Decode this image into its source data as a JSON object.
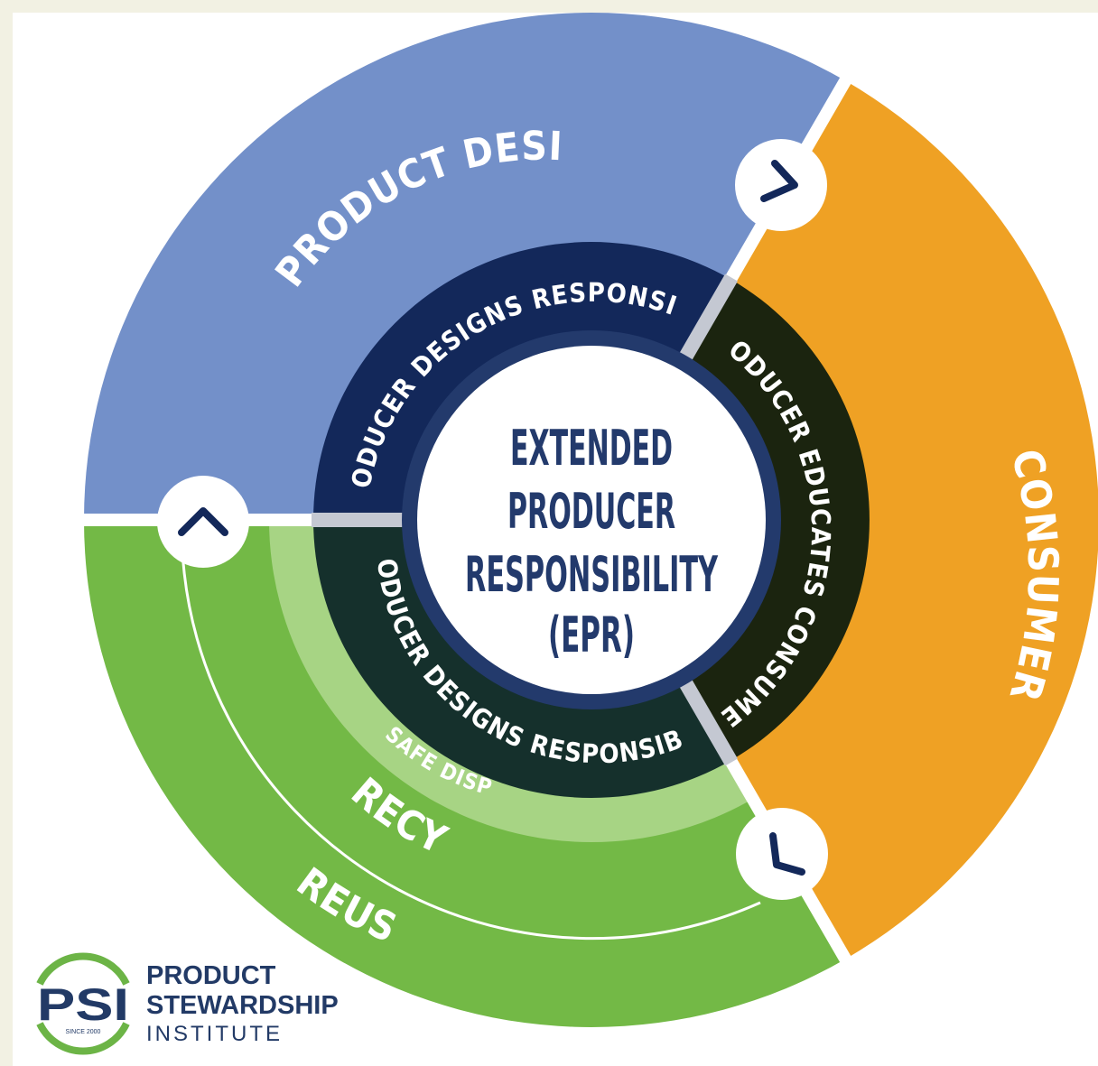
{
  "diagram": {
    "segments": {
      "product_design": "PRODUCT DESIGN",
      "consumer": "CONSUMER",
      "reuse": "REUSE",
      "recycle": "RECYCLE",
      "safe_disposal": "SAFE DISPOSAL"
    },
    "inner_ring": {
      "top": "PRODUCER DESIGNS RESPONSIBLY",
      "right": "PRODUCER EDUCATES CONSUMERS",
      "bottom": "PRODUCER DESIGNS RESPONSIBLY"
    },
    "center": {
      "line1": "EXTENDED",
      "line2": "PRODUCER",
      "line3": "RESPONSIBILITY",
      "line4": "(EPR)"
    },
    "arrow_icons": [
      "arrow-up-icon",
      "arrow-right-icon",
      "arrow-down-right-icon"
    ]
  },
  "logo": {
    "mark": "PSI",
    "since": "SINCE 2000",
    "line1": "PRODUCT",
    "line2": "STEWARDSHIP",
    "line3": "INSTITUTE"
  },
  "colors": {
    "product_design": "#7390c9",
    "consumer": "#efa124",
    "recycle_reuse": "#73b946",
    "safe_disposal": "#a7d484",
    "navy": "#13285a",
    "dark_green": "#15302c",
    "dark_olive": "#1b240f",
    "center_border": "#233a6c",
    "background": "#f2f1e3"
  }
}
